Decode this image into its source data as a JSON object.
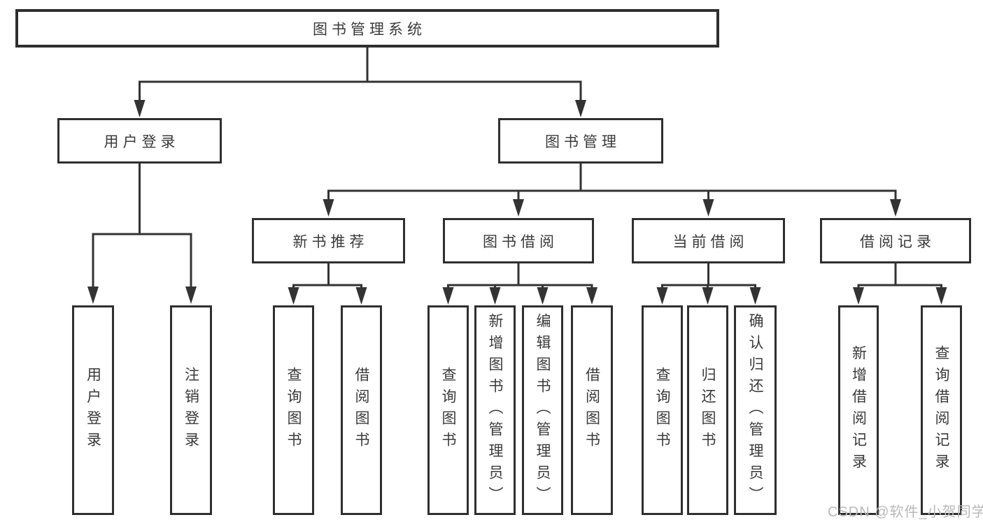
{
  "diagram": {
    "type": "hierarchy-tree",
    "box_background": "#ffffff",
    "border_color": "#2f2f2f",
    "line_color": "#333333",
    "text_color": "#3a3a3a"
  },
  "nodes": {
    "root": {
      "label": "图书管理系统"
    },
    "user_login": {
      "label": "用户登录"
    },
    "book_mgmt": {
      "label": "图书管理"
    },
    "new_book_rec": {
      "label": "新书推荐"
    },
    "book_borrow": {
      "label": "图书借阅"
    },
    "current_borrow": {
      "label": "当前借阅"
    },
    "borrow_records": {
      "label": "借阅记录"
    },
    "leaf_user_login": {
      "label": "用户登录"
    },
    "leaf_logout": {
      "label": "注销登录"
    },
    "leaf_rec_query": {
      "label": "查询图书"
    },
    "leaf_rec_borrow": {
      "label": "借阅图书"
    },
    "leaf_bb_query": {
      "label": "查询图书"
    },
    "leaf_bb_add": {
      "label": "新增图书（管理员）"
    },
    "leaf_bb_edit": {
      "label": "编辑图书（管理员）"
    },
    "leaf_bb_borrow": {
      "label": "借阅图书"
    },
    "leaf_cb_query": {
      "label": "查询图书"
    },
    "leaf_cb_return": {
      "label": "归还图书"
    },
    "leaf_cb_confirm": {
      "label": "确认归还（管理员）"
    },
    "leaf_br_add": {
      "label": "新增借阅记录"
    },
    "leaf_br_query": {
      "label": "查询借阅记录"
    }
  },
  "hierarchy": {
    "root": "图书管理系统",
    "children": [
      {
        "label": "用户登录",
        "children": [
          "用户登录",
          "注销登录"
        ]
      },
      {
        "label": "图书管理",
        "children": [
          {
            "label": "新书推荐",
            "children": [
              "查询图书",
              "借阅图书"
            ]
          },
          {
            "label": "图书借阅",
            "children": [
              "查询图书",
              "新增图书（管理员）",
              "编辑图书（管理员）",
              "借阅图书"
            ]
          },
          {
            "label": "当前借阅",
            "children": [
              "查询图书",
              "归还图书",
              "确认归还（管理员）"
            ]
          },
          {
            "label": "借阅记录",
            "children": [
              "新增借阅记录",
              "查询借阅记录"
            ]
          }
        ]
      }
    ]
  },
  "watermark": {
    "text": "CSDN @软件_小贺同学",
    "color": "#b9b9b9"
  }
}
